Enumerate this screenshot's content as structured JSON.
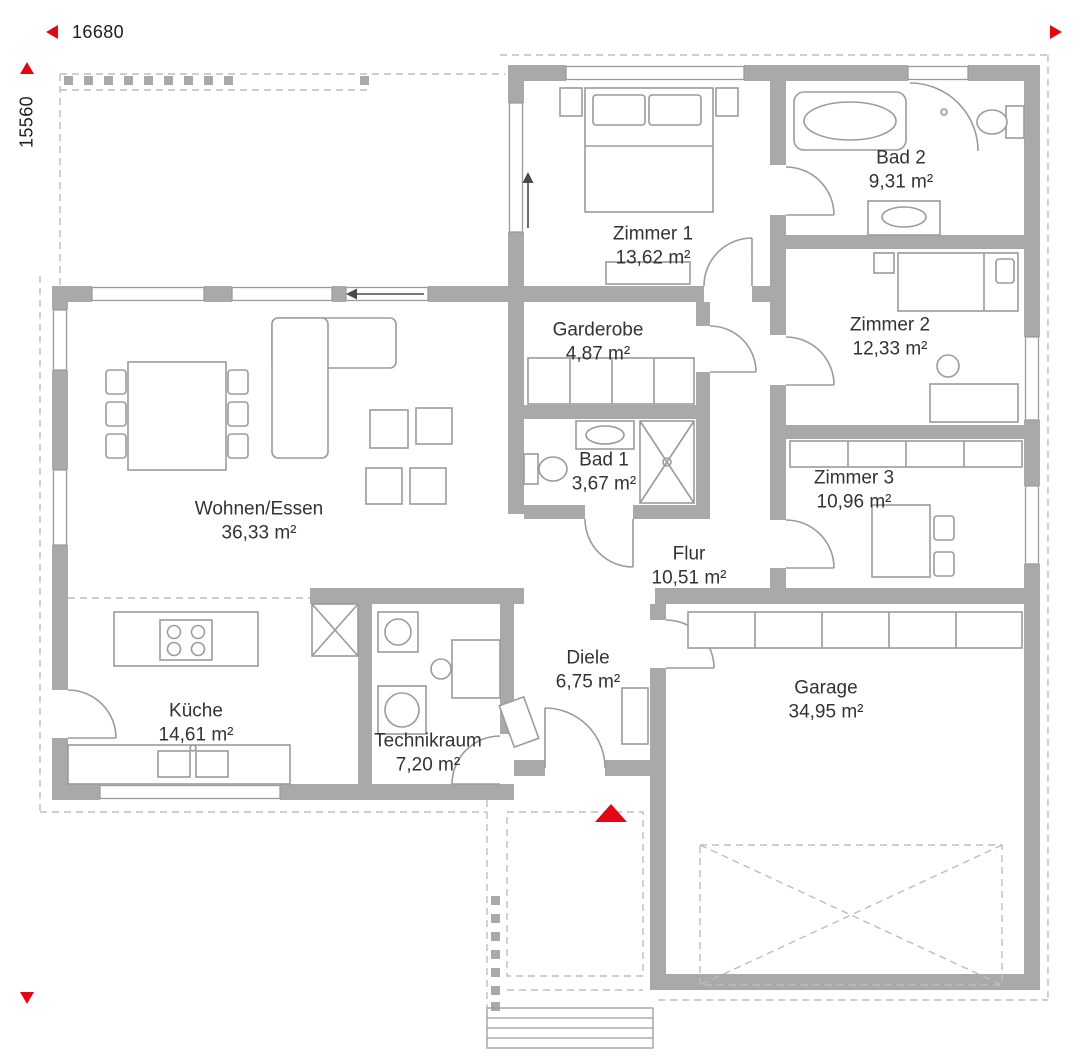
{
  "dimensions": {
    "width_label": "16680",
    "height_label": "15560"
  },
  "colors": {
    "accent_red": "#e30613",
    "wall_gray": "#a9a9a9",
    "line_gray": "#9b9b9b",
    "dash_gray": "#bdbdbd",
    "text": "#333333"
  },
  "rooms": [
    {
      "name": "Zimmer 1",
      "area": "13,62 m²"
    },
    {
      "name": "Bad 2",
      "area": "9,31 m²"
    },
    {
      "name": "Zimmer 2",
      "area": "12,33 m²"
    },
    {
      "name": "Garderobe",
      "area": "4,87 m²"
    },
    {
      "name": "Bad 1",
      "area": "3,67 m²"
    },
    {
      "name": "Zimmer 3",
      "area": "10,96 m²"
    },
    {
      "name": "Flur",
      "area": "10,51 m²"
    },
    {
      "name": "Wohnen/Essen",
      "area": "36,33 m²"
    },
    {
      "name": "Küche",
      "area": "14,61 m²"
    },
    {
      "name": "Technikraum",
      "area": "7,20 m²"
    },
    {
      "name": "Diele",
      "area": "6,75 m²"
    },
    {
      "name": "Garage",
      "area": "34,95 m²"
    }
  ]
}
